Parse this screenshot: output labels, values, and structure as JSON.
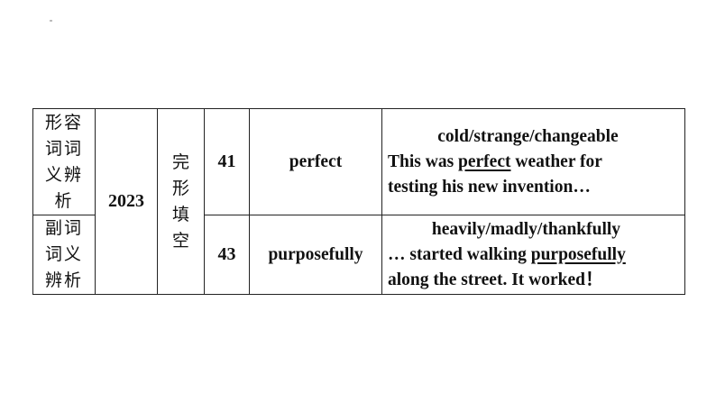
{
  "table": {
    "rows": [
      {
        "category": "形容词词义辨析",
        "year": "2023",
        "type": "完形填空",
        "number": "41",
        "answer": "perfect",
        "options": "cold/strange/changeable",
        "example_before": "This was ",
        "example_key": "perfect",
        "example_after": " weather for",
        "example_line2": "testing his new invention…"
      },
      {
        "category": "副词词义辨析",
        "number": "43",
        "answer": "purposefully",
        "options": "heavily/madly/thankfully",
        "example_before": "… started walking ",
        "example_key": "purposefully",
        "example_after": "",
        "example_line2": "along the street. It worked！"
      }
    ]
  }
}
